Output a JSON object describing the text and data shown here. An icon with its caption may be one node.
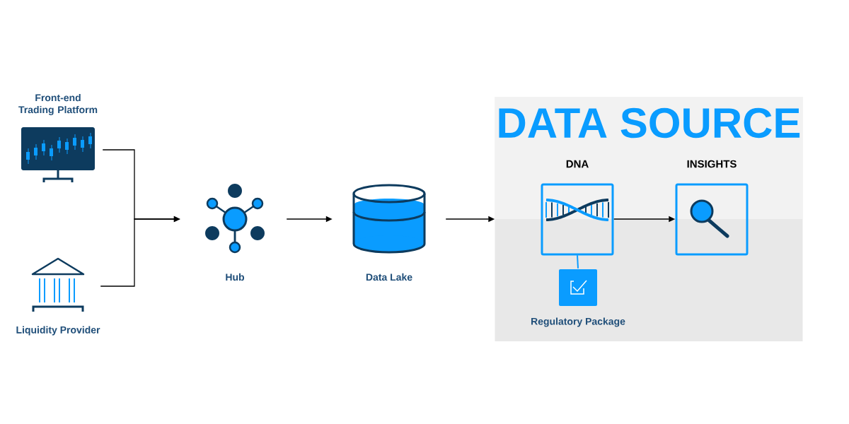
{
  "diagram": {
    "nodes": [
      {
        "text": [
          "Front-end Trading Platform"
        ]
      },
      {
        "text": [
          "Liquidity Provider"
        ]
      },
      {
        "text": [
          "Hub"
        ]
      },
      {
        "text": [
          "Data Lake"
        ]
      },
      {
        "text": [
          "DATA SOURCE"
        ]
      },
      {
        "text": [
          "DNA"
        ],
        "in": 4
      },
      {
        "text": [
          "INSIGHTS"
        ],
        "in": 4
      },
      {
        "text": [
          "Regulatory Package"
        ],
        "in": 4
      }
    ],
    "edges": [
      {
        "from": 0,
        "to": 2,
        "arrow": "to"
      },
      {
        "from": 1,
        "to": 2,
        "arrow": "to"
      },
      {
        "from": 2,
        "to": 3,
        "arrow": "to"
      },
      {
        "from": 3,
        "to": 4,
        "arrow": "to"
      },
      {
        "from": 5,
        "to": 6,
        "arrow": "to"
      },
      {
        "from": 5,
        "to": 7,
        "arrow": "none",
        "color": "#0a9cff"
      }
    ]
  }
}
